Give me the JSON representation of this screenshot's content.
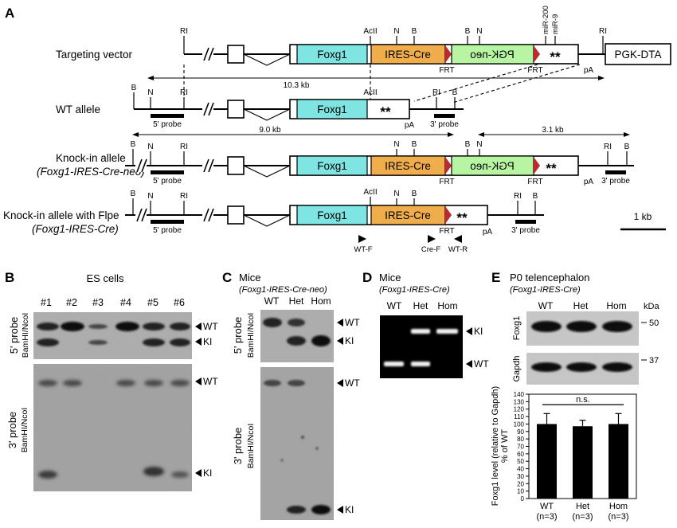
{
  "panels": {
    "a": "A",
    "b": "B",
    "c": "C",
    "d": "D",
    "e": "E"
  },
  "colors": {
    "foxg1": "#7fe5e2",
    "ires_cre": "#f0ad4c",
    "pgk_neo": "#b8f5a2",
    "frt": "#c0282d",
    "blot_bg": "#9a9a9a",
    "gel_bg": "#000000"
  },
  "maps": {
    "targeting_label": "Targeting vector",
    "wt_label": "WT allele",
    "ki_label_1": "Knock-in allele",
    "ki_label_2": "(Foxg1-IRES-Cre-neo)",
    "kif_label_1": "Knock-in allele with Flpe",
    "kif_label_2": "(Foxg1-IRES-Cre)",
    "foxg1": "Foxg1",
    "ires_cre": "IRES-Cre",
    "pgk_neo": "PGK-neo",
    "pgk_dta": "PGK-DTA",
    "stars": "**",
    "frt": "FRT",
    "pa": "pA",
    "ri": "RI",
    "acii": "AcII",
    "n": "N",
    "b": "B",
    "mir200": "miR-200",
    "mir9": "miR-9",
    "probe5": "5' probe",
    "probe3": "3' probe",
    "dist1": "10.3 kb",
    "dist2": "9.0 kb",
    "dist3": "3.1 kb",
    "scale": "1 kb",
    "wtf": "WT-F",
    "cref": "Cre-F",
    "wtr": "WT-R"
  },
  "panel_b": {
    "title": "ES cells",
    "lanes": [
      "#1",
      "#2",
      "#3",
      "#4",
      "#5",
      "#6"
    ],
    "probe5": "5' probe",
    "probe3": "3' probe",
    "enzyme": "BamHI/NcoI",
    "wt": "WT",
    "ki": "KI"
  },
  "panel_c": {
    "title": "Mice",
    "subtitle": "(Foxg1-IRES-Cre-neo)",
    "lanes": [
      "WT",
      "Het",
      "Hom"
    ],
    "probe5": "5' probe",
    "probe3": "3' probe",
    "enzyme": "BamHI/NcoI",
    "wt": "WT",
    "ki": "KI"
  },
  "panel_d": {
    "title": "Mice",
    "subtitle": "(Foxg1-IRES-Cre)",
    "lanes": [
      "WT",
      "Het",
      "Hom"
    ],
    "ki": "KI",
    "wt": "WT"
  },
  "panel_e": {
    "title": "P0 telencephalon",
    "subtitle": "(Foxg1-IRES-Cre)",
    "lanes": [
      "WT",
      "Het",
      "Hom"
    ],
    "kda": "kDa",
    "foxg1": "Foxg1",
    "gapdh": "Gapdh",
    "mw50": "50",
    "mw37": "37",
    "ns": "n.s."
  },
  "chart_data": {
    "type": "bar",
    "categories": [
      "WT",
      "Het",
      "Hom"
    ],
    "category_sublabels": [
      "(n=3)",
      "(n=3)",
      "(n=3)"
    ],
    "values": [
      100,
      97,
      100
    ],
    "errors": [
      14,
      8,
      14
    ],
    "ylabel_lines": [
      "Foxg1 level (relative to Gapdh)",
      "% of WT"
    ],
    "yticks": [
      "0",
      "10",
      "20",
      "30",
      "40",
      "50",
      "60",
      "70",
      "80",
      "90",
      "100",
      "110",
      "120",
      "130",
      "140"
    ],
    "ylim": [
      0,
      140
    ],
    "grid": false,
    "bar_color": "#000000"
  }
}
